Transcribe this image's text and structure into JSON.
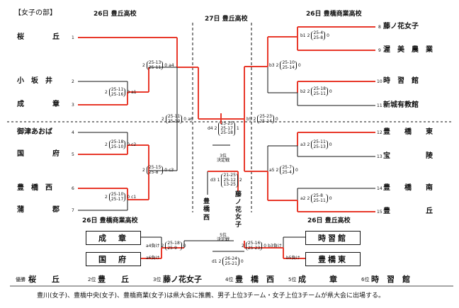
{
  "heading": "【女子の部】",
  "venues": {
    "left_day": "26日 豊丘高校",
    "center_day": "27日 豊丘高校",
    "right_day": "26日 豊橋商業高校",
    "cons_left": "26日 豊橋商業高校",
    "cons_right": "26日 豊丘高校"
  },
  "teams_left": [
    {
      "n": "1",
      "name": "桜　　　　丘"
    },
    {
      "n": "2",
      "name": "小　坂　井"
    },
    {
      "n": "3",
      "name": "成　　　　章"
    },
    {
      "n": "4",
      "name": "御津あおば"
    },
    {
      "n": "5",
      "name": "国　　　　府"
    },
    {
      "n": "6",
      "name": "豊　橋　西"
    },
    {
      "n": "7",
      "name": "蒲　　　　郡"
    }
  ],
  "teams_right": [
    {
      "n": "8",
      "name": "藤ノ花女子"
    },
    {
      "n": "9",
      "name": "渥　美　農　業"
    },
    {
      "n": "10",
      "name": "時　習　館"
    },
    {
      "n": "11",
      "name": "新城有教館"
    },
    {
      "n": "12",
      "name": "豊　　橋　　東"
    },
    {
      "n": "13",
      "name": "宝　　　　　陵"
    },
    {
      "n": "14",
      "name": "豊　　橋　　南"
    },
    {
      "n": "15",
      "name": "豊　　　　　丘"
    }
  ],
  "matches": {
    "a1": {
      "label": "a1",
      "l": "2",
      "sets": "25-11\n25-16",
      "r": "0"
    },
    "a4": {
      "label": "a4",
      "l": "2",
      "sets": "25-13\n25-11",
      "r": "0"
    },
    "c2": {
      "label": "c2",
      "l": "2",
      "sets": "25-18\n25-10",
      "r": "0"
    },
    "c1": {
      "label": "c1",
      "l": "2",
      "sets": "25-10\n25-17",
      "r": "0"
    },
    "c3": {
      "label": "c3",
      "l": "2",
      "sets": "25-15\n25-8",
      "r": "0"
    },
    "a6": {
      "label": "a6",
      "l": "2",
      "sets": "25-11\n25-10",
      "r": "0"
    },
    "b1": {
      "label": "b1",
      "l": "2",
      "sets": "25-4\n25-8",
      "r": "0"
    },
    "b2": {
      "label": "b2",
      "l": "2",
      "sets": "25-18\n25-11",
      "r": "0"
    },
    "b3": {
      "label": "b3",
      "l": "2",
      "sets": "25-10\n25-14",
      "r": "0"
    },
    "a3": {
      "label": "a3",
      "l": "2",
      "sets": "25-11\n25-13",
      "r": "0"
    },
    "a2": {
      "label": "a2",
      "l": "2",
      "sets": "25-8\n25-11",
      "r": "0"
    },
    "a5": {
      "label": "a5",
      "l": "2",
      "sets": "25-7\n25-4",
      "r": "0"
    },
    "b5": {
      "label": "b5",
      "l": "2",
      "sets": "25-23\n25-14",
      "r": "0"
    },
    "final": {
      "label": "d4",
      "l": "2",
      "sets": "23-25\n25-17\n25-18",
      "r": "1"
    },
    "third": {
      "label": "d3",
      "l": "1",
      "sets": "21-25\n25-12\n13-25",
      "r": "2"
    },
    "cons_l": {
      "label": "a4負け",
      "l": "2",
      "sets": "25-18\n25-9",
      "r": "0"
    },
    "cons_r": {
      "label": "b3負け",
      "l": "2",
      "sets": "25-16\n25-23",
      "r": "0"
    },
    "fifth": {
      "label": "d1",
      "l": "2",
      "sets": "26-24\n25-21",
      "r": "0"
    }
  },
  "labels": {
    "third_place": "3位\n決定戦",
    "fifth_place": "5位\n決定戦",
    "cons_l_bot": "a6負け",
    "cons_r_bot": "b5負け",
    "third_left": "豊\n橋\n西",
    "third_right": "藤\nノ\n花\n女\n子"
  },
  "boxes": {
    "left_top": "成　章",
    "left_bot": "国　府",
    "right_top": "時習館",
    "right_bot": "豊橋東"
  },
  "ranks": [
    {
      "place": "優勝",
      "team": "桜　　丘"
    },
    {
      "place": "2位",
      "team": "豊　　丘"
    },
    {
      "place": "3位",
      "team": "藤ノ花女子"
    },
    {
      "place": "4位",
      "team": "豊　橋　西"
    },
    {
      "place": "5位",
      "team": "成　　　章"
    },
    {
      "place": "6位",
      "team": "時　習　館"
    }
  ],
  "footer": "豊川(女子)、豊橋中央(女子)、豊橋商業(女子)は県大会に推薦、男子上位3チーム・女子上位3チームが県大会に出場する。",
  "colors": {
    "winner": "#e8392b",
    "line": "#111111"
  }
}
